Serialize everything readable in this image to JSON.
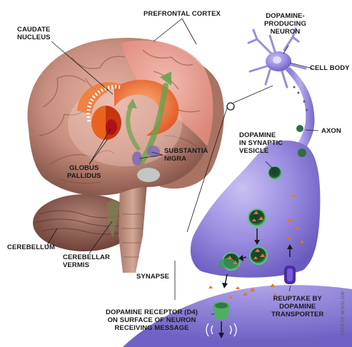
{
  "labels": {
    "prefrontal_cortex": "PREFRONTAL CORTEX",
    "caudate_nucleus": [
      "CAUDATE",
      "NUCLEUS"
    ],
    "dopamine_producing_neuron": [
      "DOPAMINE-",
      "PRODUCING",
      "NEURON"
    ],
    "cell_body": "CELL BODY",
    "axon": "AXON",
    "dopamine_in_synaptic_vesicle": [
      "DOPAMINE",
      "IN SYNAPTIC",
      "VESICLE"
    ],
    "substantia_nigra": [
      "SUBSTANTIA",
      "NIGRA"
    ],
    "globus_pallidus": [
      "GLOBUS",
      "PALLIDUS"
    ],
    "cerebellum": "CEREBELLUM",
    "cerebellar_vermis": [
      "CEREBELLAR",
      "VERMIS"
    ],
    "synapse": "SYNAPSE",
    "reuptake_by_dopamine_transporter": [
      "REUPTAKE BY",
      "DOPAMINE",
      "TRANSPORTER"
    ],
    "dopamine_receptor": [
      "DOPAMINE RECEPTOR (D4)",
      "ON SURFACE OF NEURON",
      "RECEIVING MESSAGE"
    ]
  },
  "credit": "TERESE WINSLOW",
  "colors": {
    "brain_tissue": "#c98f7e",
    "brain_shadow": "#8b5a4e",
    "neuron_purple": "#8f7fd8",
    "neuron_light": "#c9c0f2",
    "cortex_highlight": "#f1a79a",
    "caudate_orange": "#e8641c",
    "vesicle_green": "#3f9b5b",
    "dopamine_orange": "#e0772a",
    "label_text": "#1a1a1a"
  }
}
